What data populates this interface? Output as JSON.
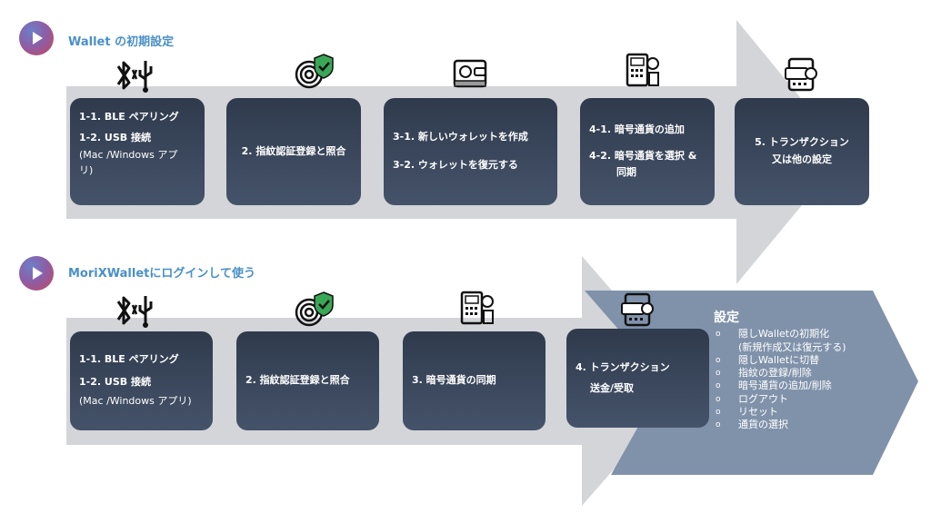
{
  "section1": {
    "title": "Wallet の初期設定",
    "steps": [
      {
        "line1": "1-1. BLE ペアリング",
        "line2": "1-2. USB 接続",
        "sub": "(Mac /Windows アプ",
        "sub2": "リ)"
      },
      {
        "line1": "2. 指紋認証登録と照合"
      },
      {
        "line1": "3-1. 新しいウォレットを作成",
        "line2": "3-2. ウォレットを復元する"
      },
      {
        "line1": "4-1. 暗号通貨の追加",
        "line2": "4-2. 暗号通貨を選択 &",
        "line3": "同期"
      },
      {
        "line1": "5. トランザクション",
        "line2": "又は他の設定"
      }
    ]
  },
  "section2": {
    "title": "MoriXWalletにログインして使う",
    "steps": [
      {
        "line1": "1-1. BLE ペアリング",
        "line2": "1-2. USB 接続",
        "sub": "(Mac /Windows アプリ)"
      },
      {
        "line1": "2. 指紋認証登録と照合"
      },
      {
        "line1": "3. 暗号通貨の同期"
      },
      {
        "line1": "4. トランザクション",
        "line2": "送金/受取"
      }
    ]
  },
  "settings": {
    "title": "設定",
    "bullet": "o",
    "items": [
      {
        "text": "隠しWalletの初期化",
        "cont": "(新規作成又は復元する)"
      },
      {
        "text": "隠しWalletに切替"
      },
      {
        "text": "指紋の登録/削除"
      },
      {
        "text": "暗号通貨の追加/削除"
      },
      {
        "text": "ログアウト"
      },
      {
        "text": "リセット"
      },
      {
        "text": "通貨の選択"
      }
    ]
  },
  "icons": [
    "bluetooth-usb-icon",
    "fingerprint-shield-icon",
    "wallet-icon",
    "crypto-atm-icon",
    "crypto-card-device-icon"
  ],
  "colors": {
    "arrow": "#d3d5d9",
    "card": "#3a4659",
    "settings_arrow": "#8092aa",
    "title": "#4a90c8",
    "shield": "#3aa757"
  }
}
